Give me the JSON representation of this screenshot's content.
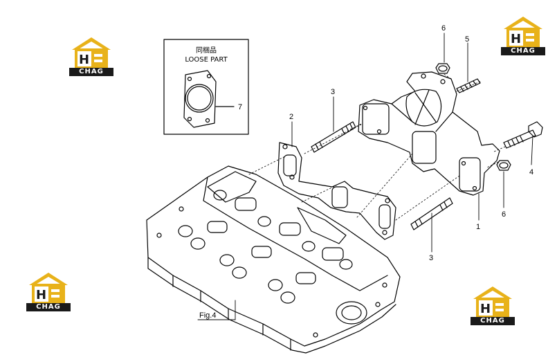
{
  "logo": {
    "mark": "H",
    "word": "CHAG"
  },
  "loose_part_box": {
    "title_jp": "同梱品",
    "title_en": "LOOSE PART"
  },
  "figure_ref": "Fig.4",
  "callouts": {
    "c1": "1",
    "c2": "2",
    "c3a": "3",
    "c3b": "3",
    "c4": "4",
    "c5": "5",
    "c6a": "6",
    "c6b": "6",
    "c7": "7"
  },
  "colors": {
    "logo_gold": "#e8b21a",
    "logo_dark": "#1a1a1a",
    "line": "#000000"
  }
}
